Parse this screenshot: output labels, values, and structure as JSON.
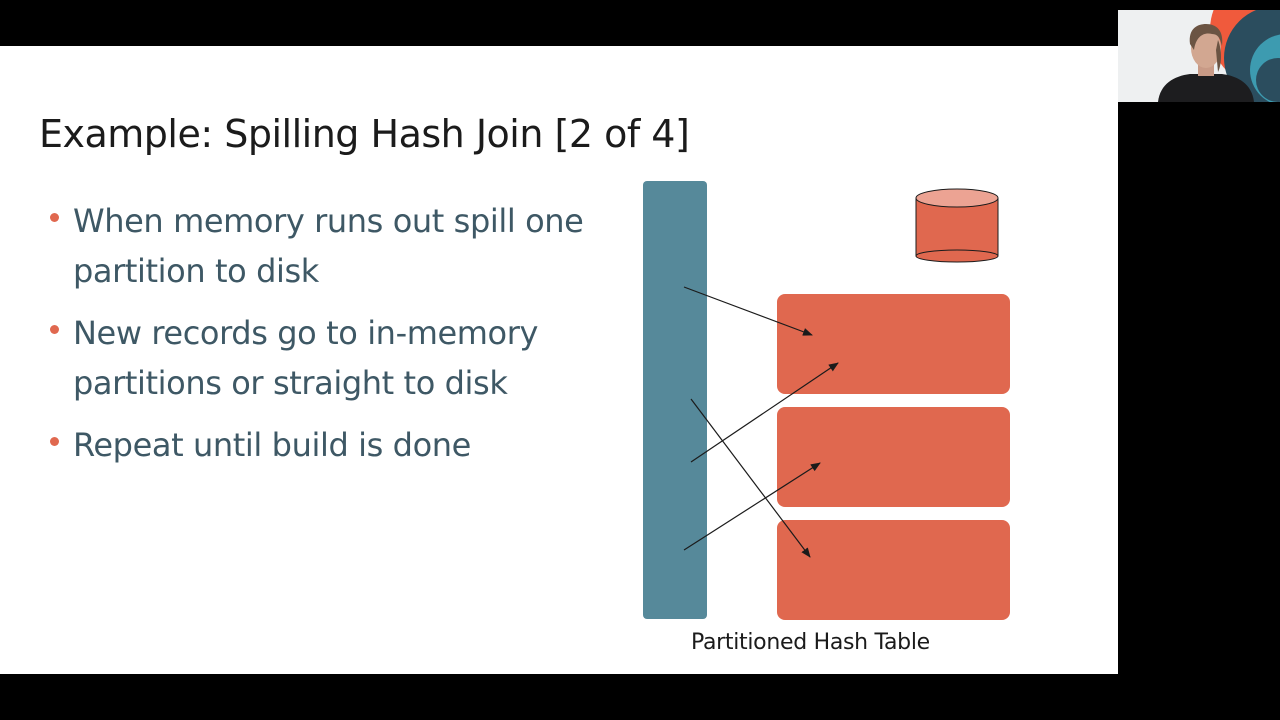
{
  "slide": {
    "title": "Example: Spilling Hash Join [2 of 4]",
    "bullets": [
      "When memory runs out spill one partition to disk",
      "New records go to in-memory partitions or straight to disk",
      "Repeat until build is done"
    ]
  },
  "diagram": {
    "caption": "Partitioned Hash Table",
    "icons": {
      "input": "input-stream-icon",
      "disk": "disk-icon",
      "partition": "partition-block-icon",
      "arrow": "arrow-icon"
    },
    "partition_count": 3
  },
  "webcam": {
    "description_icon": "presenter-webcam-icon"
  },
  "colors": {
    "accent": "#e0684f",
    "stream": "#56899a",
    "text": "#3e5865",
    "title": "#1b1b1b",
    "background": "#ffffff"
  }
}
